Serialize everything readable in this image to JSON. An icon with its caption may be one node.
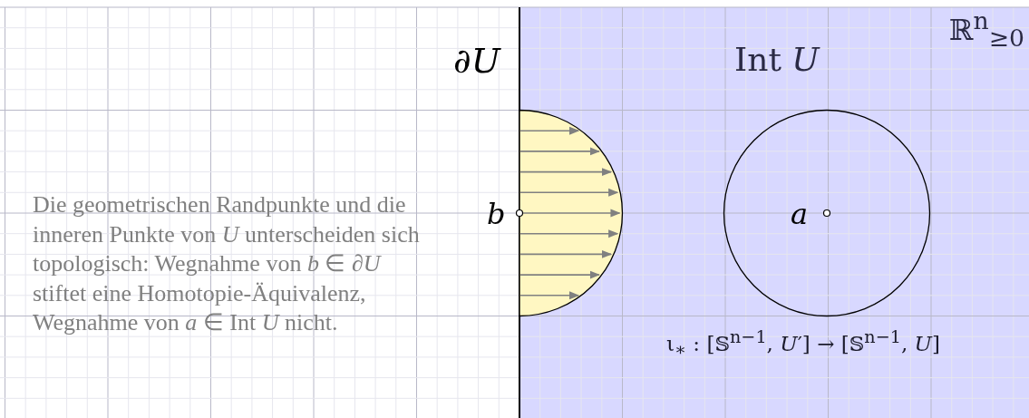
{
  "diagram": {
    "labels": [
      "∂*U*",
      "Int *U*",
      "ℝ$^{n}$$_{≥0}$",
      "b",
      "a",
      "Die geometrischen Randpunkte und die inneren Punkte von *U* unterscheiden sich topologisch: Wegnahme von *b* ∈ ∂*U* stiftet eine Homotopie-Äquivalenz, Wegnahme von *a* ∈ Int *U* nicht.",
      "ι$_{∗}$ : [𝕊$^{n−1}$, *U*′] → [𝕊$^{n−1}$, *U*]"
    ]
  }
}
